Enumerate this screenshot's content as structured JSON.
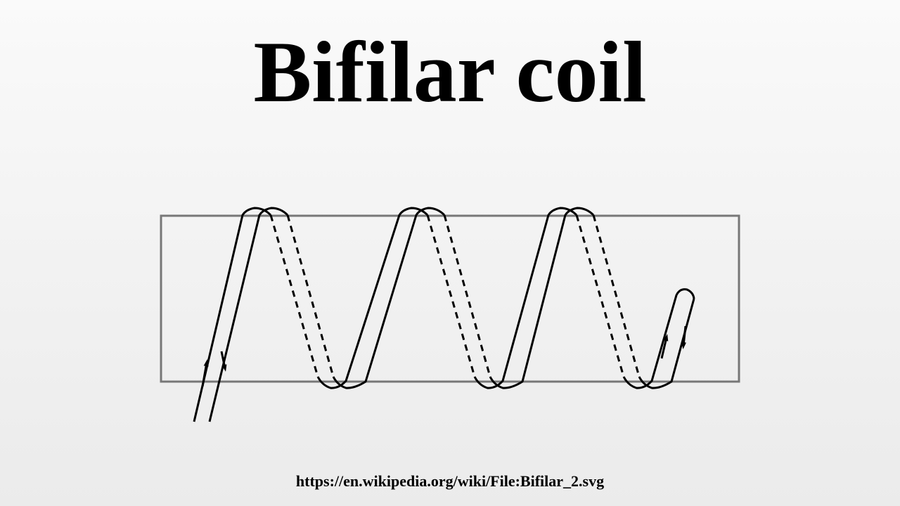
{
  "title": "Bifilar coil",
  "source_url": "https://en.wikipedia.org/wiki/File:Bifilar_2.svg",
  "diagram": {
    "subject": "bifilar coil winding",
    "turns": 3,
    "winding_color": "#000000",
    "core_outline_color": "#777777"
  }
}
